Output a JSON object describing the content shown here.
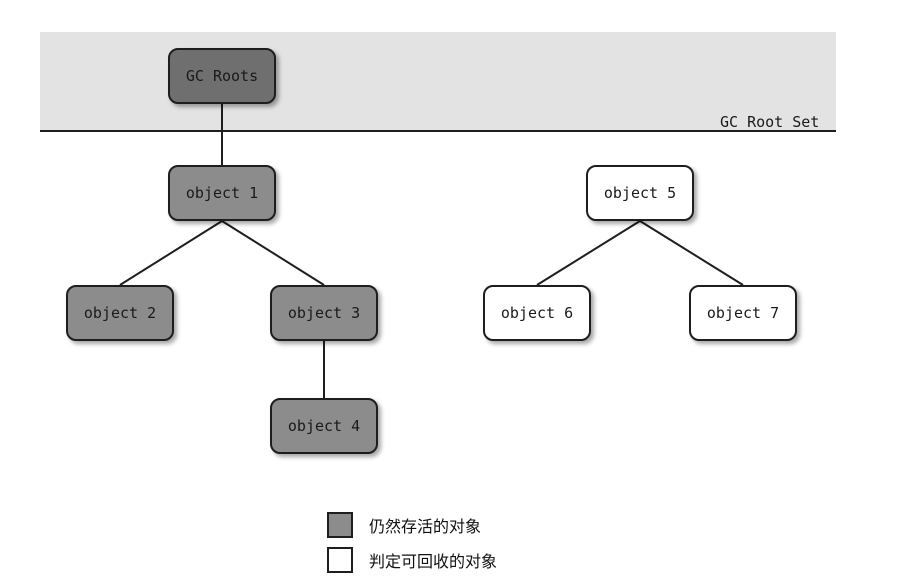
{
  "root_set": {
    "label": "GC Root Set"
  },
  "nodes": {
    "gc_roots": "GC Roots",
    "object1": "object 1",
    "object2": "object 2",
    "object3": "object 3",
    "object4": "object 4",
    "object5": "object 5",
    "object6": "object 6",
    "object7": "object 7"
  },
  "legend": {
    "alive_label": "仍然存活的对象",
    "collectable_label": "判定可回收的对象"
  },
  "colors": {
    "alive": "#8c8c8c",
    "root": "#6f6f6f",
    "collectable": "#ffffff",
    "band": "#e3e3e3"
  }
}
